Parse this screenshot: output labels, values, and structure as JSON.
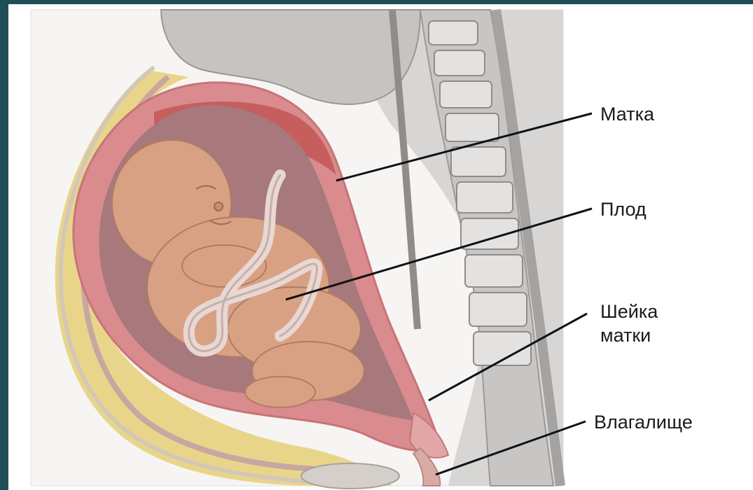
{
  "labels": {
    "uterus": "Матка",
    "fetus": "Плод",
    "cervix": "Шейка матки",
    "vagina": "Влагалище"
  },
  "colors": {
    "frame": "#1f4e57",
    "background": "#ffffff",
    "uterine_wall": "#d98b8e",
    "fetus_skin": "#d9a184",
    "spine": "#c9c9c9",
    "fat_layer": "#e8d58a"
  }
}
